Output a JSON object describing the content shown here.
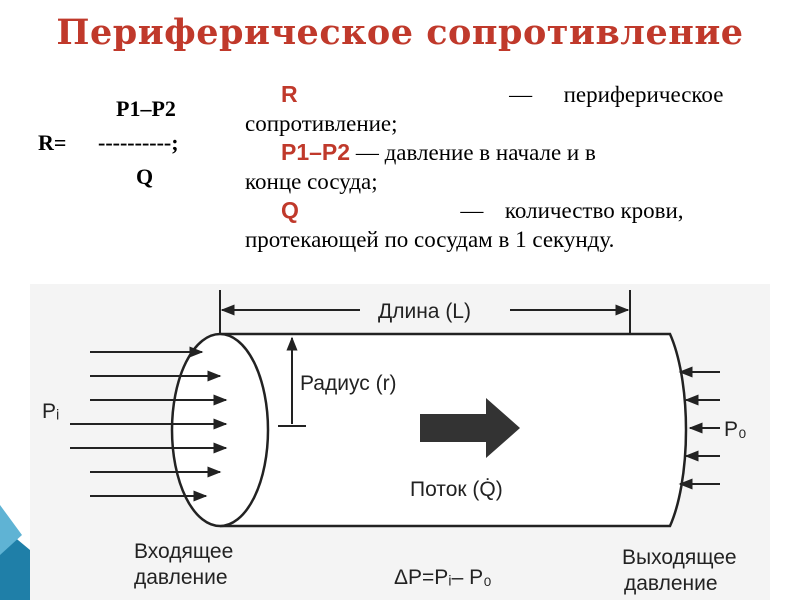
{
  "title": "Периферическое сопротивление",
  "formula": {
    "numerator": "P1–P2",
    "lhs": "R=",
    "fraction_bar": "----------;",
    "denominator": "Q"
  },
  "definitions": [
    {
      "symbol": "R",
      "dash": "—",
      "text_line1": "периферическое",
      "text_line2": "сопротивление;"
    },
    {
      "symbol": "P1–P2",
      "dash": "—",
      "text_line1": "давление в начале и в",
      "text_line2": "конце сосуда;"
    },
    {
      "symbol": "Q",
      "dash": "—",
      "text_line1": "количество крови,",
      "text_line2": "протекающей по сосудам в 1 секунду."
    }
  ],
  "diagram": {
    "length_label": "Длина (L)",
    "radius_label": "Радиус (r)",
    "flow_label": "Поток (Q̇)",
    "p_in_label": "Pᵢ",
    "p_out_label": "P₀",
    "inlet_label_line1": "Входящее",
    "inlet_label_line2": "давление",
    "outlet_label_line1": "Выходящее",
    "outlet_label_line2": "давление",
    "delta_label": "ΔP=Pᵢ– P₀"
  },
  "colors": {
    "accent": "#c0392b",
    "deco_teal": "#1f7fa8"
  }
}
